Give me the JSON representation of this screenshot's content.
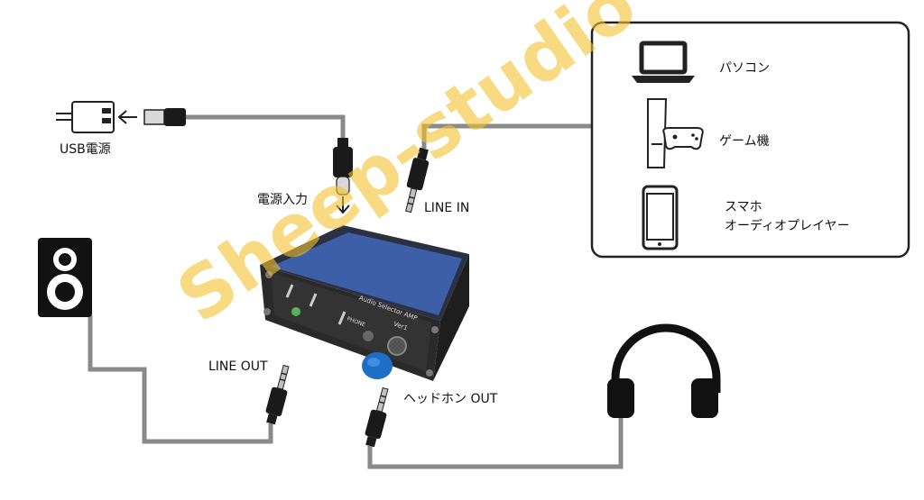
{
  "labels": {
    "usb_power": "USB電源",
    "power_input": "電源入力",
    "line_in": "LINE IN",
    "line_out": "LINE OUT",
    "headphone_out": "ヘッドホン OUT"
  },
  "sources": {
    "pc": "パソコン",
    "game": "ゲーム機",
    "phone_line1": "スマホ",
    "phone_line2": "オーディオプレイヤー"
  },
  "amp_panel": {
    "title_line1": "Audio Selector AMP",
    "title_line2": "Ver1",
    "headphone_mark": "PHONE"
  },
  "watermark": "Sheep-studio",
  "colors": {
    "cable": "#8a8a8a",
    "plug": "#1a1a1a",
    "knob": "#1c6fc4",
    "watermark": "#f2c230"
  }
}
